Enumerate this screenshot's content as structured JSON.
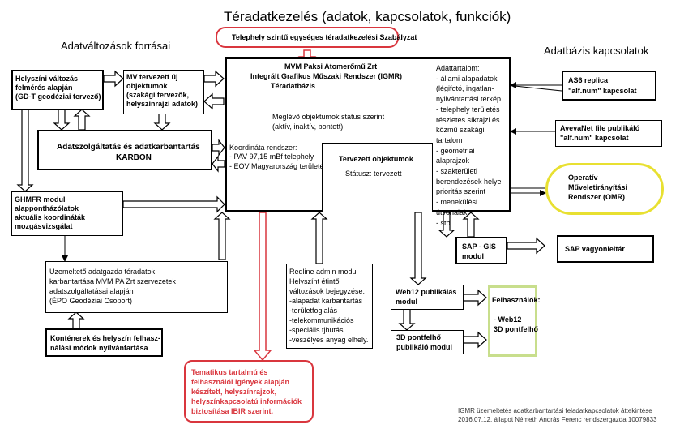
{
  "title": "Téradatkezelés (adatok, kapcsolatok, funkciók)",
  "left_header": "Adatváltozások forrásai",
  "right_header": "Adatbázis kapcsolatok",
  "top_banner": "Telephely szintű egységes téradatkezelési Szabályzat",
  "main": {
    "line1": "MVM Paksi Atomerőmű Zrt",
    "line2": "Integrált Grafikus Műszaki Rendszer (IGMR)",
    "line3": "Téradatbázis",
    "status_line1": "Meglévő objektumok státus szerint",
    "status_line2": "(aktív, inaktív, bontott)",
    "coord_title": "Koordináta rendszer:",
    "coord_1": "- PAV 97,15 mBf telephely",
    "coord_2": "- EOV Magyarország területén",
    "content_title": "Adattartalom:",
    "content_lines": [
      "- állami alapadatok",
      "(légifotó, ingatlan-",
      "nyilvántartási térkép",
      "- telephely területés",
      "részletes síkrajzi és",
      "közmű szakági",
      "tartalom",
      "- geometriai",
      "alaprajzok",
      "- szakterületi",
      "berendezések helye",
      "prioritás szerint",
      "- menekülési",
      "útvonalak",
      "- stb."
    ]
  },
  "planned": {
    "title": "Tervezett objektumok",
    "status": "Státusz: tervezett"
  },
  "site_survey": {
    "lines": [
      "Helyszíni változás",
      "felmérés alapján",
      "(GD-T geodéziai tervező)"
    ]
  },
  "mv_planned": {
    "lines": [
      "MV tervezett új",
      "objektumok",
      "(szakági tervezők,",
      "helyszínrajzi adatok)"
    ]
  },
  "karbon": {
    "lines": [
      "Adatszolgáltatás és adatkarbantartás",
      "KARBON"
    ]
  },
  "ghmfr": {
    "lines": [
      "GHMFR modul",
      "alappontházólatok",
      "aktuális koordináták",
      "mozgásvizsgálat"
    ]
  },
  "operator": {
    "lines": [
      "Üzemeltető adatgazda téradatok",
      "karbantartása MVM PA Zrt szervezetek",
      "adatszolgáltatásai alapján",
      "(ÉPO Geodéziai Csoport)"
    ]
  },
  "containers": {
    "lines": [
      "Konténerek és helyszín felhasz-",
      "nálási módok nyilvántartása"
    ]
  },
  "thematic": {
    "lines": [
      "Tematikus tartalmú és",
      "felhasználói igények alapján",
      "készített, helyszínrajzok,",
      "helyszínkapcsolatú információk",
      "biztosítása IBIR szerint."
    ]
  },
  "redline": {
    "lines": [
      "Redline admin modul",
      "Helyszínt étintő",
      "változások bejegyzése:",
      "-alapadat karbantartás",
      "-területfoglalás",
      "-telekommunikációs",
      "-speciális tjhutás",
      "-veszélyes anyag elhely."
    ]
  },
  "as6": {
    "lines": [
      "AS6 replica",
      "\"alf.num\" kapcsolat"
    ]
  },
  "aveva": {
    "lines": [
      "AvevaNet file publikáló",
      "\"alf.num\" kapcsolat"
    ]
  },
  "omr": {
    "lines": [
      "Operatív",
      "Műveletirányítási",
      "Rendszer (OMR)"
    ]
  },
  "sap_gis": {
    "lines": [
      "SAP - GIS",
      "modul"
    ]
  },
  "sap_asset": {
    "label": "SAP vagyonleltár"
  },
  "web12": {
    "lines": [
      "Web12 publikálás",
      "modul"
    ]
  },
  "pointcloud": {
    "lines": [
      "3D pontfelhő",
      "publikáló modul"
    ]
  },
  "users": {
    "lines": [
      "Felhasználók:",
      "- Web12",
      "3D pontfelhő"
    ]
  },
  "footer": {
    "line1": "IGMR üzemeltetés adatkarbantartási feladatkapcsolatok áttekintése",
    "line2": "2016.07.12. állapot   Németh András Ferenc rendszergazda 10079833"
  },
  "colors": {
    "accent_red": "#d9363e",
    "highlight_yellow": "#e8e031",
    "users_green": "#c8de8c"
  }
}
